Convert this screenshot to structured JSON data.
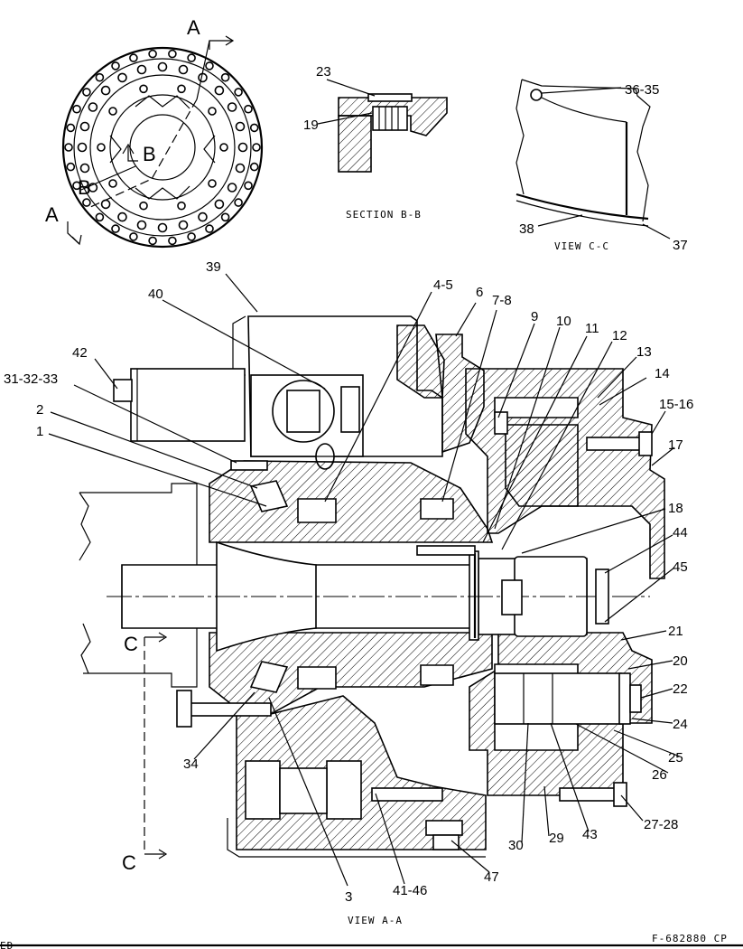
{
  "captions": {
    "section_bb": "SECTION B-B",
    "view_cc": "VIEW C-C",
    "view_aa": "VIEW A-A",
    "drawing_number": "F-682880 CP",
    "corner_mark": "ED"
  },
  "section_letters": {
    "a_top": "A",
    "a_bottom": "A",
    "b_left": "B",
    "b_center": "B",
    "c_top": "C",
    "c_bottom": "C"
  },
  "callouts": {
    "c1": "1",
    "c2": "2",
    "c3": "3",
    "c4_5": "4-5",
    "c6": "6",
    "c7_8": "7-8",
    "c9": "9",
    "c10": "10",
    "c11": "11",
    "c12": "12",
    "c13": "13",
    "c14": "14",
    "c15_16": "15-16",
    "c17": "17",
    "c18": "18",
    "c19": "19",
    "c20": "20",
    "c21": "21",
    "c22": "22",
    "c23": "23",
    "c24": "24",
    "c25": "25",
    "c26": "26",
    "c27_28": "27-28",
    "c29": "29",
    "c30": "30",
    "c31_32_33": "31-32-33",
    "c34": "34",
    "c36_35": "36-35",
    "c37": "37",
    "c38": "38",
    "c39": "39",
    "c40": "40",
    "c41_46": "41-46",
    "c42": "42",
    "c43": "43",
    "c44": "44",
    "c45": "45",
    "c47": "47"
  }
}
